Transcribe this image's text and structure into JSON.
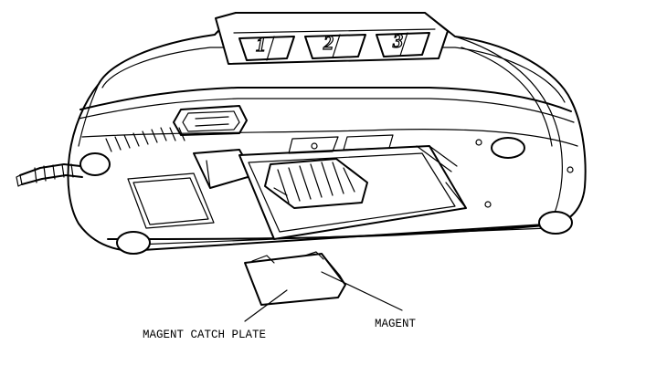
{
  "diagram": {
    "slot_labels": [
      "1",
      "2",
      "3"
    ],
    "callouts": {
      "catch_plate": "MAGENT CATCH PLATE",
      "magnet": "MAGENT"
    },
    "line_color": "#000000",
    "background": "#ffffff"
  }
}
